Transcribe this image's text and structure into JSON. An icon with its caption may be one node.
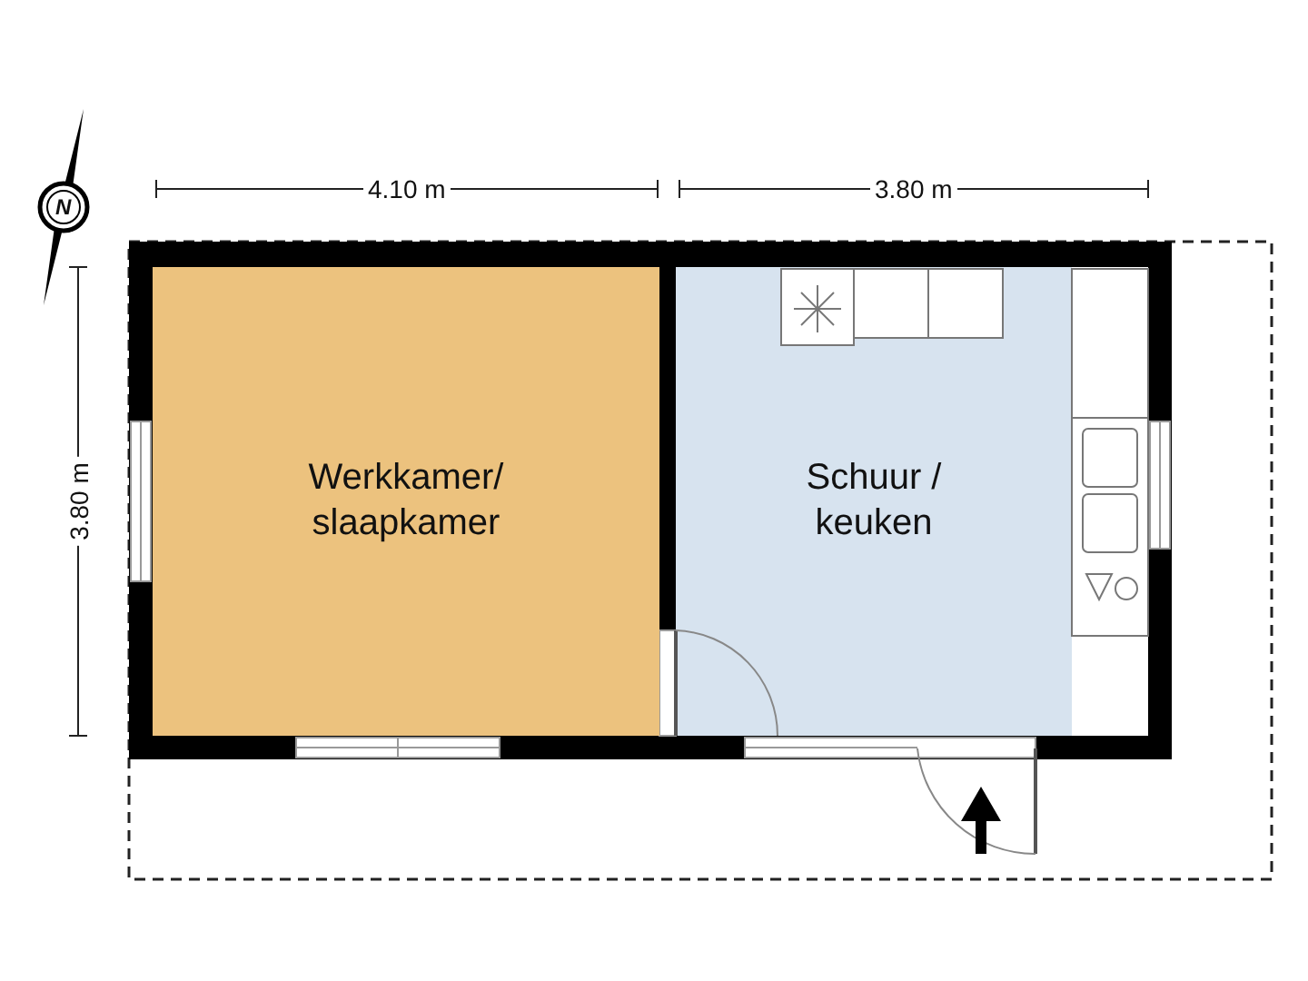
{
  "diagram": {
    "nodes": [
      {
        "text": [
          "Werkkamer/ slaapkamer"
        ]
      },
      {
        "text": [
          "Schuur / keuken"
        ]
      }
    ],
    "labels": [
      "N",
      "4.10 m",
      "3.80 m",
      "3.80 m"
    ]
  }
}
